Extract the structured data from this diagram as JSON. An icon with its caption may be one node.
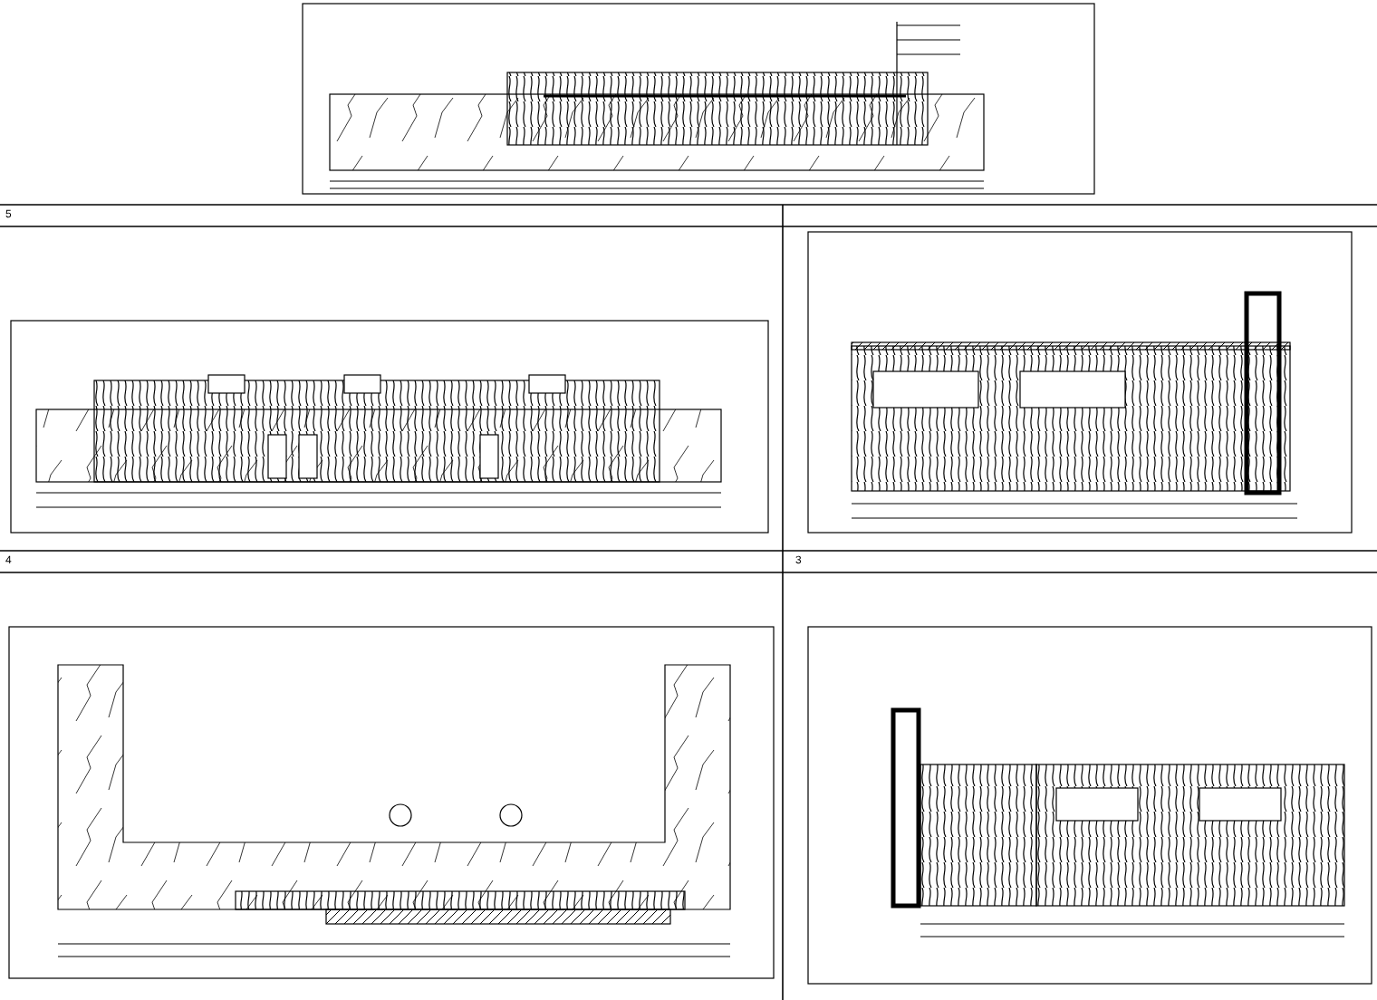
{
  "diagram": {
    "labels": [
      "5",
      "4",
      "3"
    ]
  }
}
